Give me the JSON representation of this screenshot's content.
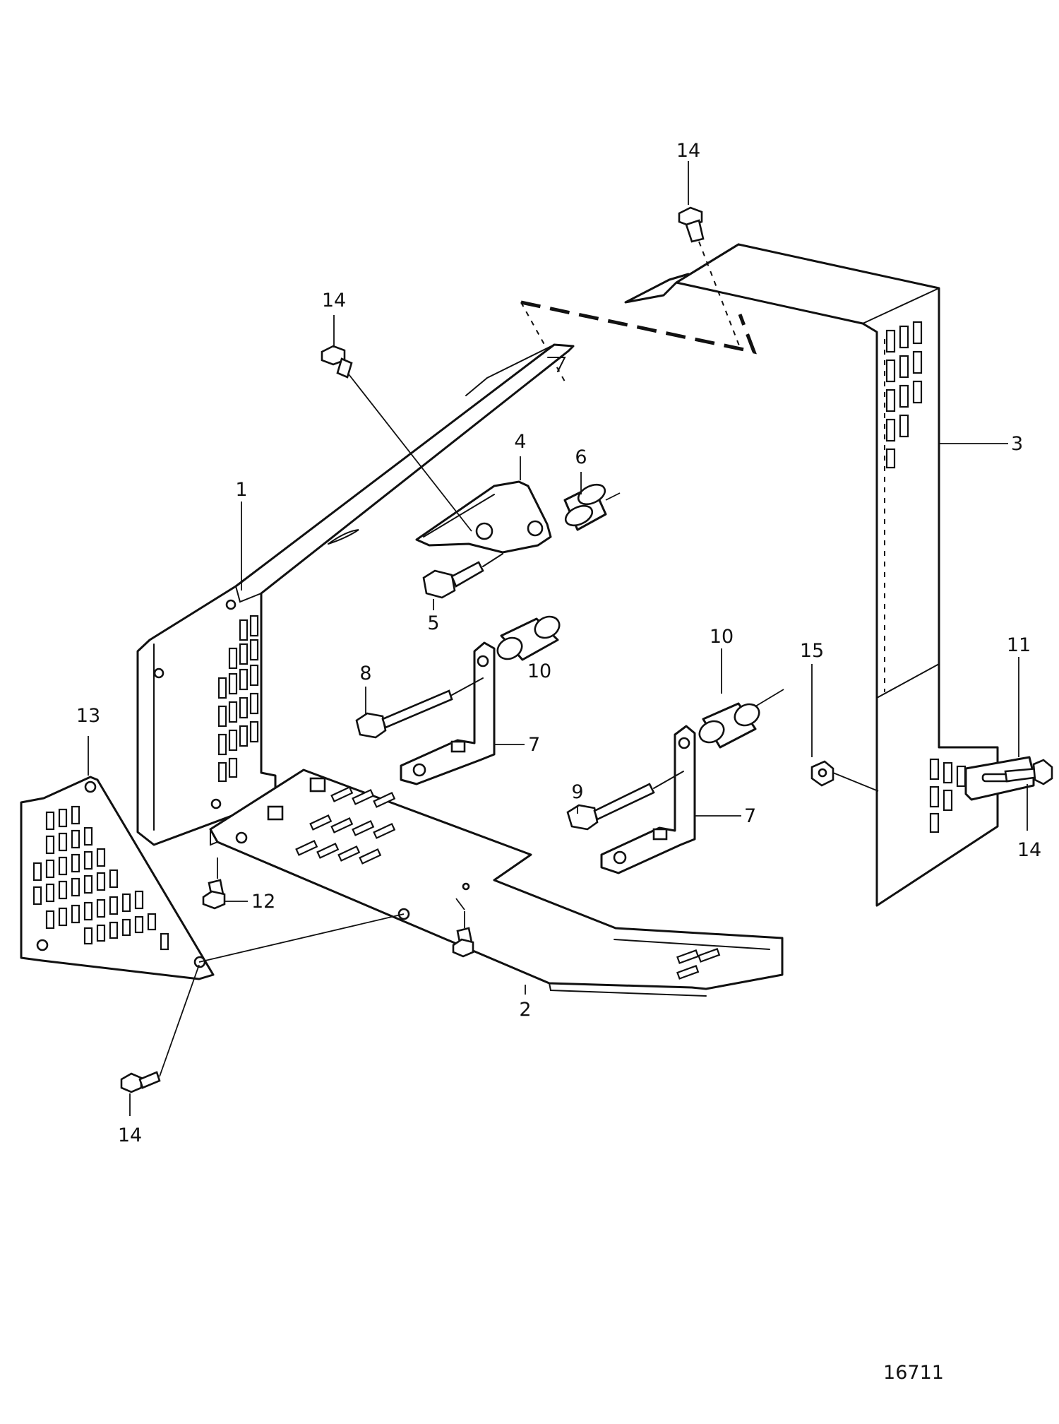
{
  "figure_number": "16711",
  "callouts": [
    {
      "id": "c1",
      "label": "1"
    },
    {
      "id": "c2",
      "label": "2"
    },
    {
      "id": "c3",
      "label": "3"
    },
    {
      "id": "c4",
      "label": "4"
    },
    {
      "id": "c5",
      "label": "5"
    },
    {
      "id": "c6",
      "label": "6"
    },
    {
      "id": "c7a",
      "label": "7"
    },
    {
      "id": "c7b",
      "label": "7"
    },
    {
      "id": "c8",
      "label": "8"
    },
    {
      "id": "c9",
      "label": "9"
    },
    {
      "id": "c10a",
      "label": "10"
    },
    {
      "id": "c10b",
      "label": "10"
    },
    {
      "id": "c11",
      "label": "11"
    },
    {
      "id": "c12",
      "label": "12"
    },
    {
      "id": "c13",
      "label": "13"
    },
    {
      "id": "c14a",
      "label": "14"
    },
    {
      "id": "c14b",
      "label": "14"
    },
    {
      "id": "c14c",
      "label": "14"
    },
    {
      "id": "c14d",
      "label": "14"
    },
    {
      "id": "c15",
      "label": "15"
    }
  ]
}
